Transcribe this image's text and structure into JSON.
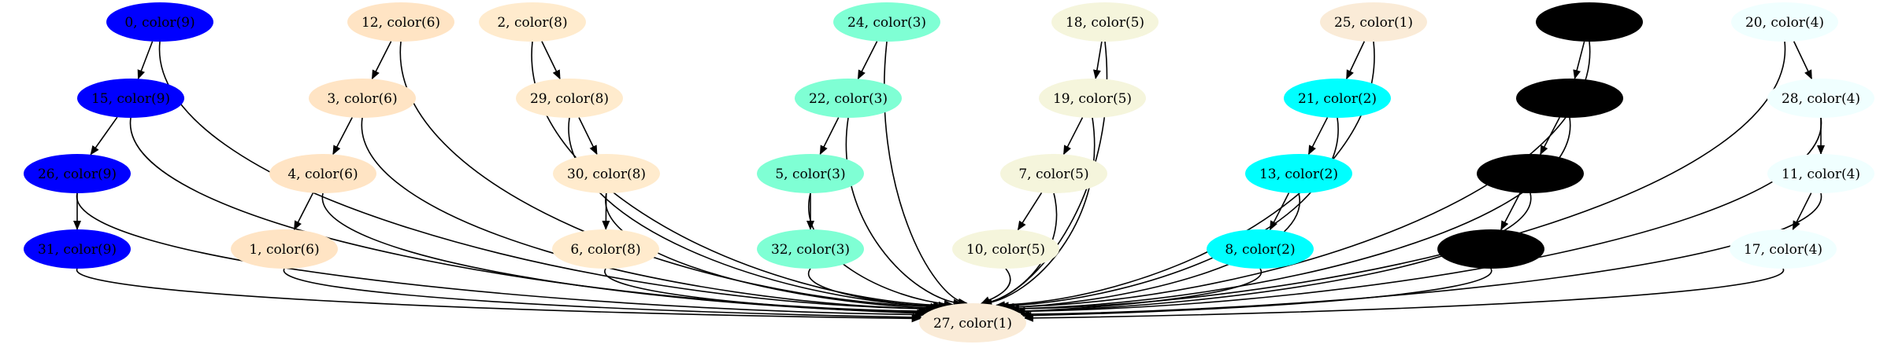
{
  "graph": {
    "colors": {
      "blue": "#0000ff",
      "bisque": "#ffe4c4",
      "blanchedalmond": "#ffebcd",
      "aquamarine": "#7fffd4",
      "beige": "#f5f5dc",
      "antiquewhite": "#faebd7",
      "cyan": "#00ffff",
      "black": "#000000",
      "azure": "#f0ffff"
    },
    "nodes": [
      {
        "id": "n0",
        "label": "0, color(9)",
        "fill": "#0000ff"
      },
      {
        "id": "n15",
        "label": "15, color(9)",
        "fill": "#0000ff"
      },
      {
        "id": "n26",
        "label": "26, color(9)",
        "fill": "#0000ff"
      },
      {
        "id": "n31",
        "label": "31, color(9)",
        "fill": "#0000ff"
      },
      {
        "id": "n12",
        "label": "12, color(6)",
        "fill": "#ffe4c4"
      },
      {
        "id": "n3",
        "label": "3, color(6)",
        "fill": "#ffe4c4"
      },
      {
        "id": "n4",
        "label": "4, color(6)",
        "fill": "#ffe4c4"
      },
      {
        "id": "n1",
        "label": "1, color(6)",
        "fill": "#ffe4c4"
      },
      {
        "id": "n2",
        "label": "2, color(8)",
        "fill": "#ffebcd"
      },
      {
        "id": "n29",
        "label": "29, color(8)",
        "fill": "#ffebcd"
      },
      {
        "id": "n30",
        "label": "30, color(8)",
        "fill": "#ffebcd"
      },
      {
        "id": "n6",
        "label": "6, color(8)",
        "fill": "#ffebcd"
      },
      {
        "id": "n24",
        "label": "24, color(3)",
        "fill": "#7fffd4"
      },
      {
        "id": "n22",
        "label": "22, color(3)",
        "fill": "#7fffd4"
      },
      {
        "id": "n5",
        "label": "5, color(3)",
        "fill": "#7fffd4"
      },
      {
        "id": "n32",
        "label": "32, color(3)",
        "fill": "#7fffd4"
      },
      {
        "id": "n18",
        "label": "18, color(5)",
        "fill": "#f5f5dc"
      },
      {
        "id": "n19",
        "label": "19, color(5)",
        "fill": "#f5f5dc"
      },
      {
        "id": "n7",
        "label": "7, color(5)",
        "fill": "#f5f5dc"
      },
      {
        "id": "n10",
        "label": "10, color(5)",
        "fill": "#f5f5dc"
      },
      {
        "id": "n25",
        "label": "25, color(1)",
        "fill": "#faebd7"
      },
      {
        "id": "n21",
        "label": "21, color(2)",
        "fill": "#00ffff"
      },
      {
        "id": "n13",
        "label": "13, color(2)",
        "fill": "#00ffff"
      },
      {
        "id": "n8",
        "label": "8, color(2)",
        "fill": "#00ffff"
      },
      {
        "id": "b1",
        "label": "",
        "fill": "#000000"
      },
      {
        "id": "b2",
        "label": "",
        "fill": "#000000"
      },
      {
        "id": "b3",
        "label": "",
        "fill": "#000000"
      },
      {
        "id": "b4",
        "label": "",
        "fill": "#000000"
      },
      {
        "id": "n20",
        "label": "20, color(4)",
        "fill": "#f0ffff"
      },
      {
        "id": "n28",
        "label": "28, color(4)",
        "fill": "#f0ffff"
      },
      {
        "id": "n11",
        "label": "11, color(4)",
        "fill": "#f0ffff"
      },
      {
        "id": "n17",
        "label": "17, color(4)",
        "fill": "#f0ffff"
      },
      {
        "id": "n27",
        "label": "27, color(1)",
        "fill": "#faebd7"
      }
    ],
    "edges": [
      [
        "n0",
        "n15"
      ],
      [
        "n15",
        "n26"
      ],
      [
        "n26",
        "n31"
      ],
      [
        "n0",
        "n27"
      ],
      [
        "n15",
        "n27"
      ],
      [
        "n26",
        "n27"
      ],
      [
        "n31",
        "n27"
      ],
      [
        "n12",
        "n3"
      ],
      [
        "n3",
        "n4"
      ],
      [
        "n4",
        "n1"
      ],
      [
        "n12",
        "n27"
      ],
      [
        "n3",
        "n27"
      ],
      [
        "n4",
        "n27"
      ],
      [
        "n1",
        "n27"
      ],
      [
        "n2",
        "n29"
      ],
      [
        "n29",
        "n30"
      ],
      [
        "n30",
        "n6"
      ],
      [
        "n2",
        "n27"
      ],
      [
        "n29",
        "n27"
      ],
      [
        "n30",
        "n27"
      ],
      [
        "n6",
        "n27"
      ],
      [
        "n24",
        "n22"
      ],
      [
        "n22",
        "n5"
      ],
      [
        "n5",
        "n32"
      ],
      [
        "n24",
        "n27"
      ],
      [
        "n22",
        "n27"
      ],
      [
        "n5",
        "n27"
      ],
      [
        "n32",
        "n27"
      ],
      [
        "n18",
        "n19"
      ],
      [
        "n19",
        "n7"
      ],
      [
        "n7",
        "n10"
      ],
      [
        "n18",
        "n27"
      ],
      [
        "n19",
        "n27"
      ],
      [
        "n7",
        "n27"
      ],
      [
        "n10",
        "n27"
      ],
      [
        "n25",
        "n21"
      ],
      [
        "n21",
        "n13"
      ],
      [
        "n13",
        "n8"
      ],
      [
        "n25",
        "n27"
      ],
      [
        "n21",
        "n27"
      ],
      [
        "n13",
        "n27"
      ],
      [
        "n8",
        "n27"
      ],
      [
        "b1",
        "b2"
      ],
      [
        "b2",
        "b3"
      ],
      [
        "b3",
        "b4"
      ],
      [
        "b1",
        "n27"
      ],
      [
        "b2",
        "n27"
      ],
      [
        "b3",
        "n27"
      ],
      [
        "b4",
        "n27"
      ],
      [
        "n20",
        "n28"
      ],
      [
        "n28",
        "n11"
      ],
      [
        "n11",
        "n17"
      ],
      [
        "n20",
        "n27"
      ],
      [
        "n28",
        "n27"
      ],
      [
        "n11",
        "n27"
      ],
      [
        "n17",
        "n27"
      ]
    ]
  }
}
